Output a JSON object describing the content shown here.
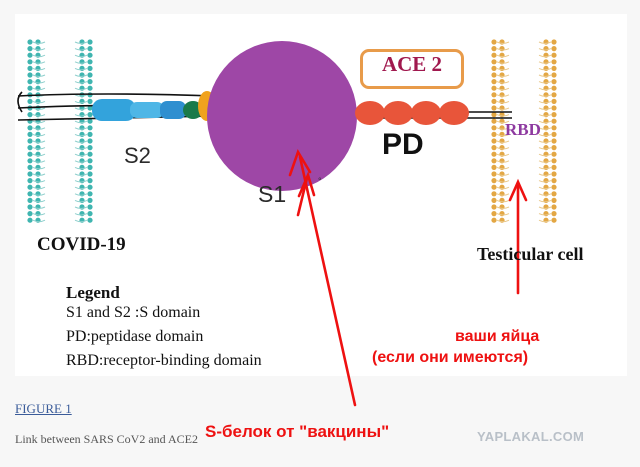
{
  "diagram": {
    "labels": {
      "s2": "S2",
      "s1": "S1",
      "pd": "PD",
      "ace2": "ACE 2",
      "rbd": "RBD",
      "covid": "COVID-19",
      "testicular": "Testicular cell"
    },
    "legend": {
      "title": "Legend",
      "items": [
        "S1 and S2 :S domain",
        "PD:peptidase domain",
        "RBD:receptor-binding domain"
      ]
    },
    "colors": {
      "membrane_left": "#3fb5b0",
      "membrane_right": "#e3a744",
      "s1_sphere": "#9e47a6",
      "s2_stalk": "#36a8e0",
      "pd_beads": "#e8553a",
      "annotation_red": "#ee1111"
    }
  },
  "annotations": {
    "your_testicles": "ваши яйца",
    "if_you_have": "(если они имеются)",
    "s_protein": "S-белок от \"вакцины\""
  },
  "caption": {
    "figure_link": "FIGURE 1",
    "text": "Link between SARS CoV2 and ACE2"
  },
  "watermark": "YAPLAKAL.COM"
}
